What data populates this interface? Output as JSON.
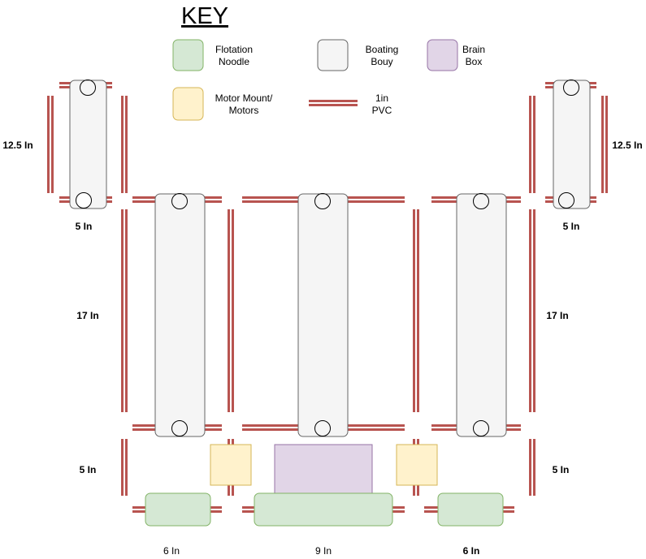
{
  "title": "KEY",
  "colors": {
    "pvc": "#b85450",
    "noodle_fill": "#d5e8d4",
    "noodle_stroke": "#82b366",
    "buoy_fill": "#f5f5f5",
    "buoy_stroke": "#666666",
    "brain_fill": "#e1d5e7",
    "brain_stroke": "#9673a6",
    "motor_fill": "#fff2cc",
    "motor_stroke": "#d6b656"
  },
  "key": {
    "noodle": [
      "Flotation",
      "Noodle"
    ],
    "buoy": [
      "Boating",
      "Bouy"
    ],
    "brain": [
      "Brain",
      "Box"
    ],
    "motor": [
      "Motor Mount/",
      "Motors"
    ],
    "pvc": [
      "1in",
      "PVC"
    ]
  },
  "dimensions": {
    "left_height": "12.5 In",
    "right_height": "12.5 In",
    "left_width": "5 In",
    "right_width": "5 In",
    "left_mid": "17 In",
    "right_mid": "17 In",
    "left_low": "5 In",
    "right_low": "5 In",
    "bottom_left": "6 In",
    "bottom_center": "9 In",
    "bottom_right": "6 In"
  }
}
